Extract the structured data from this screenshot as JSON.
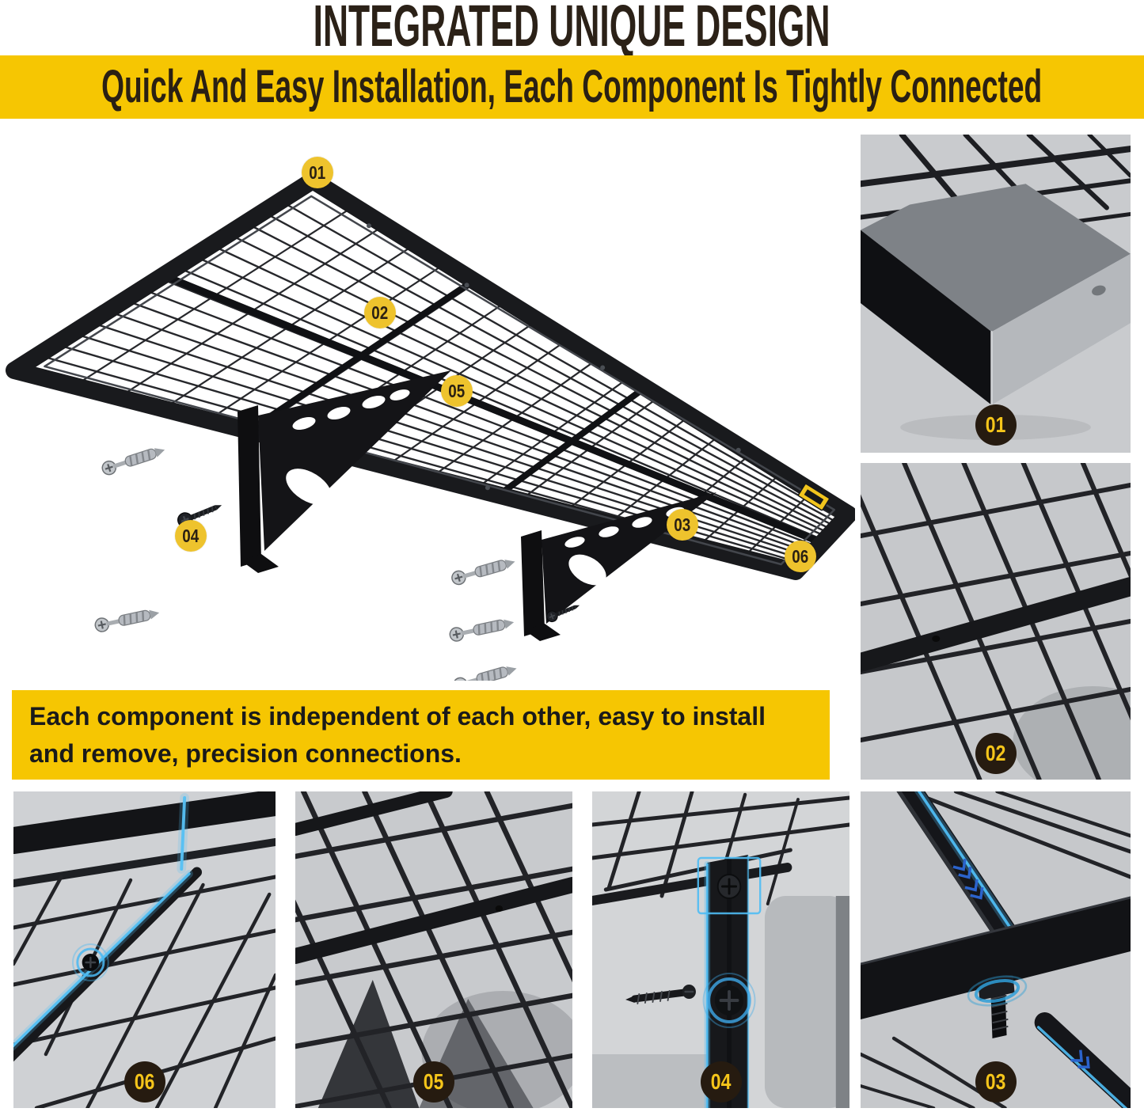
{
  "header": {
    "title": "INTEGRATED UNIQUE DESIGN",
    "banner": "Quick And Easy Installation, Each Component Is Tightly Connected"
  },
  "info": {
    "text": "Each component is independent of each other, easy to install and remove, precision connections."
  },
  "callouts": {
    "main": [
      {
        "id": "01",
        "label": "01"
      },
      {
        "id": "02",
        "label": "02"
      },
      {
        "id": "05",
        "label": "05"
      },
      {
        "id": "03",
        "label": "03"
      },
      {
        "id": "04",
        "label": "04"
      },
      {
        "id": "06",
        "label": "06"
      }
    ]
  },
  "details": [
    {
      "id": "01",
      "label": "01"
    },
    {
      "id": "02",
      "label": "02"
    },
    {
      "id": "06",
      "label": "06"
    },
    {
      "id": "05",
      "label": "05"
    },
    {
      "id": "04",
      "label": "04"
    },
    {
      "id": "03",
      "label": "03"
    }
  ],
  "colors": {
    "accent_yellow": "#F6C602",
    "callout_yellow": "#EEC32D",
    "callout_dark": "#261B10",
    "callout_dark_text": "#F5C51A",
    "highlight_blue": "#4FBDF4",
    "title_text": "#2B2117"
  }
}
